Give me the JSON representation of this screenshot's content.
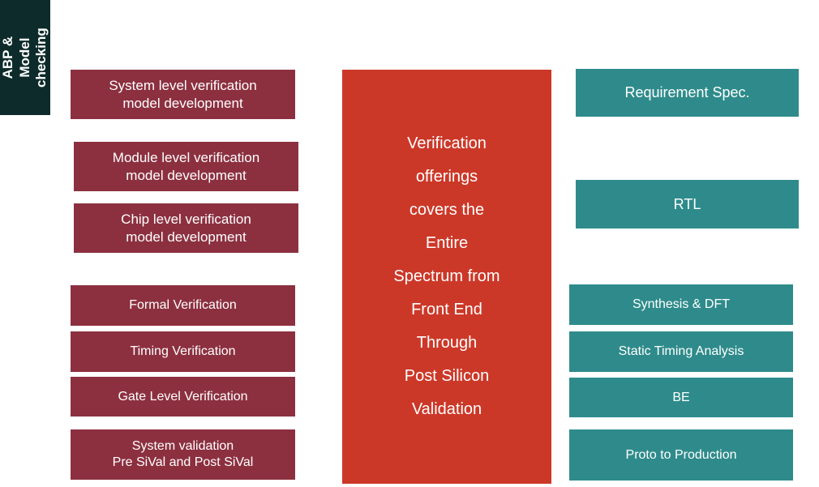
{
  "diagram": {
    "title": "Verification offerings spectrum",
    "colors": {
      "maroon": "#8C3040",
      "teal": "#2F8B8B",
      "red": "#CC3828",
      "dark_teal": "#0D2B2B",
      "text": "#FFFFFF",
      "background": "#FFFFFF"
    },
    "side_label": {
      "text": "ABP & Model\nchecking",
      "orientation": "vertical-rotated-90-ccw"
    },
    "center_panel": {
      "text": "Verification\nofferings\ncovers the\nEntire\nSpectrum from\nFront End\nThrough\nPost Silicon\nValidation",
      "lines": [
        "Verification",
        "offerings",
        "covers the",
        "Entire",
        "Spectrum from",
        "Front End",
        "Through",
        "Post Silicon",
        "Validation"
      ]
    },
    "left_column": {
      "items": [
        {
          "label": "System level verification\nmodel development"
        },
        {
          "label": "Module level verification\nmodel development"
        },
        {
          "label": "Chip level verification\nmodel development"
        },
        {
          "label": "Formal Verification"
        },
        {
          "label": "Timing Verification"
        },
        {
          "label": "Gate Level Verification"
        },
        {
          "label": "System validation\nPre SiVal and Post SiVal"
        }
      ]
    },
    "right_column": {
      "items": [
        {
          "label": "Requirement Spec."
        },
        {
          "label": "RTL"
        },
        {
          "label": "Synthesis & DFT"
        },
        {
          "label": "Static Timing Analysis"
        },
        {
          "label": "BE"
        },
        {
          "label": "Proto to Production"
        }
      ]
    }
  }
}
